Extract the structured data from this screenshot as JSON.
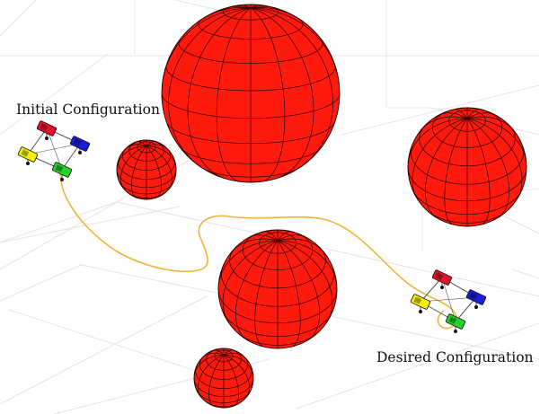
{
  "labels": {
    "initial": "Initial Configuration",
    "desired": "Desired Configuration"
  },
  "colors": {
    "sphere_fill": "#ff1a0e",
    "sphere_grid": "#2a0000",
    "path": "#f2b43a",
    "robot_red": "#e3102a",
    "robot_blue": "#1b1bd8",
    "robot_yellow": "#f4f200",
    "robot_green": "#28d12a",
    "formation_link": "#444444",
    "floor_grid": "#e6e6e6"
  },
  "obstacles": [
    {
      "id": "sphere-large-top"
    },
    {
      "id": "sphere-small-left"
    },
    {
      "id": "sphere-right"
    },
    {
      "id": "sphere-center"
    },
    {
      "id": "sphere-small-bottom"
    }
  ],
  "formations": [
    {
      "id": "initial",
      "robots": [
        "red",
        "blue",
        "yellow",
        "green"
      ]
    },
    {
      "id": "desired",
      "robots": [
        "red",
        "blue",
        "yellow",
        "green"
      ]
    }
  ]
}
